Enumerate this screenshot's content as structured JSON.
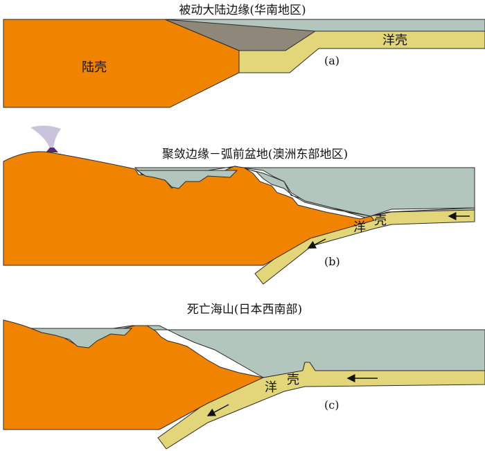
{
  "panels": [
    {
      "title": "被动大陆边缘(华南地区)",
      "tag": "(a)",
      "continental_label": "陆壳",
      "oceanic_label": "洋壳"
    },
    {
      "title": "聚敛边缘－弧前盆地(澳洲东部地区)",
      "tag": "(b)",
      "oceanic_label_1": "洋",
      "oceanic_label_2": "壳"
    },
    {
      "title": "死亡海山(日本西南部)",
      "tag": "(c)",
      "oceanic_label_1": "洋",
      "oceanic_label_2": "壳"
    }
  ],
  "colors": {
    "continental_crust": "#f08300",
    "oceanic_crust": "#e3d57a",
    "sea_water": "#b3c6bd",
    "sediment_wedge": "#8f8779",
    "volcano_plume": "#c9c3dc",
    "outline": "#2b2b2b"
  }
}
